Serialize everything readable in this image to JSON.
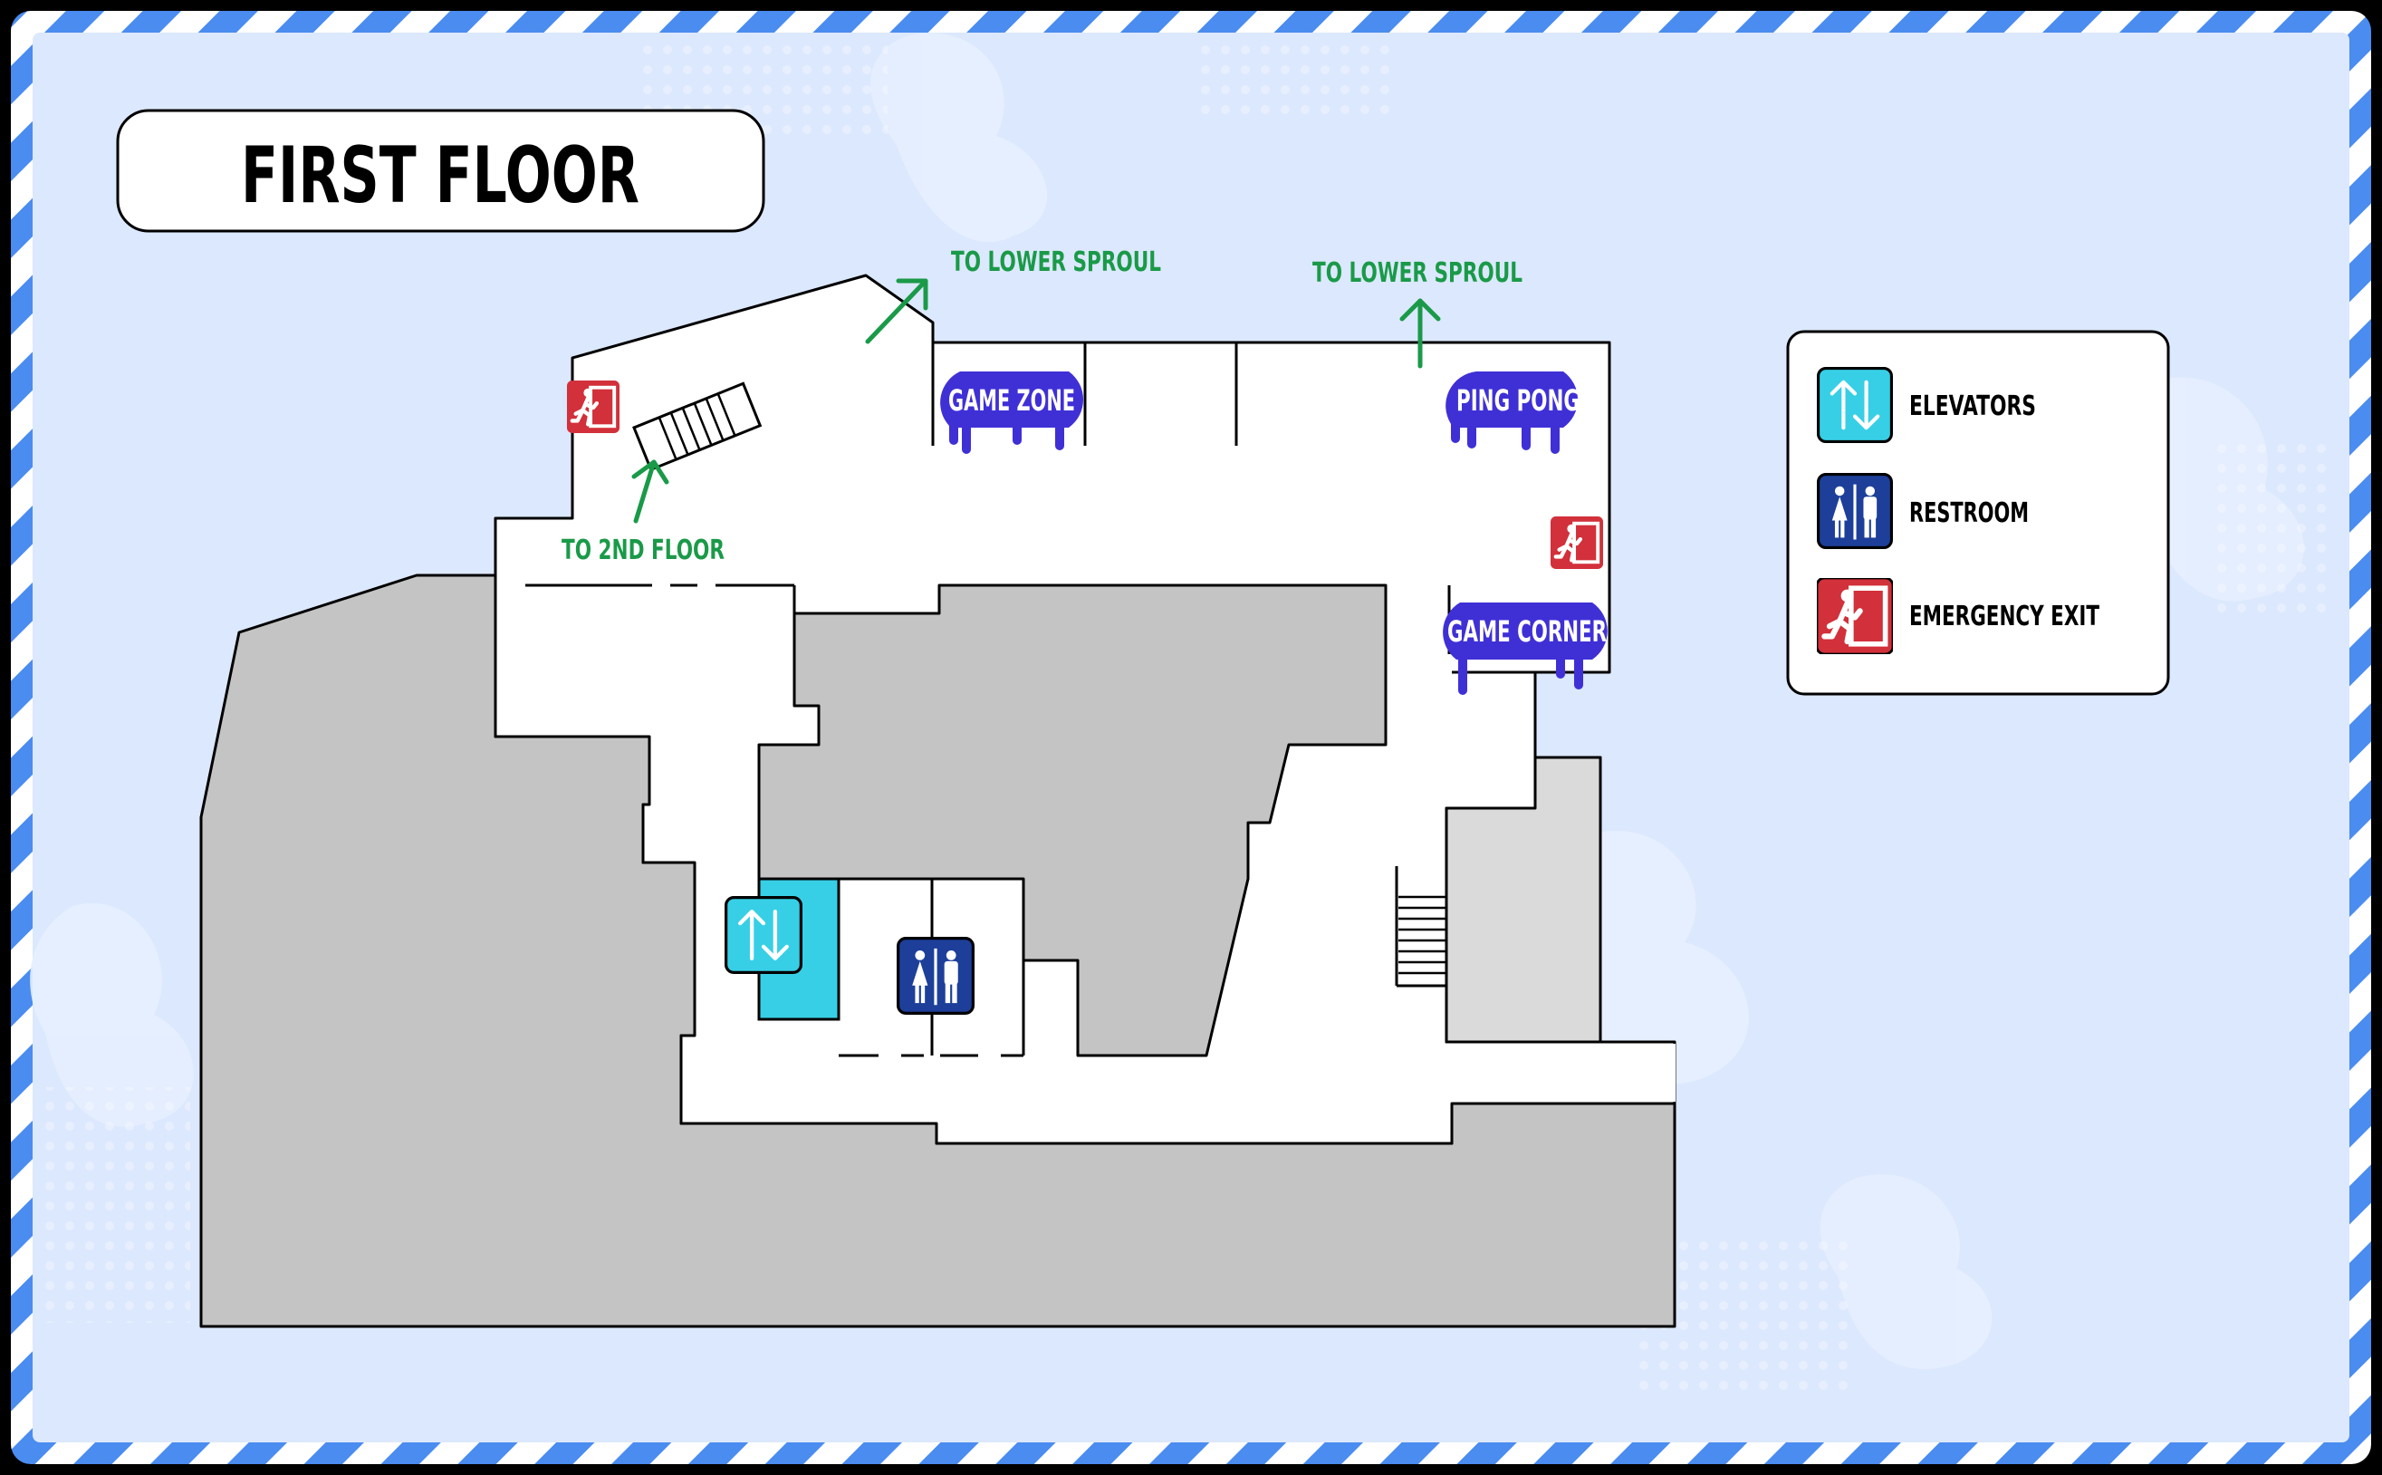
{
  "title": "FIRST FLOOR",
  "directions": {
    "to_lower_sproul_1": "TO LOWER SPROUL",
    "to_lower_sproul_2": "TO LOWER SPROUL",
    "to_2nd_floor": "TO 2ND FLOOR"
  },
  "zones": {
    "game_zone": "GAME ZONE",
    "ping_pong": "PING PONG",
    "game_corner": "GAME CORNER"
  },
  "legend": {
    "elevators": "ELEVATORS",
    "restroom": "RESTROOM",
    "emergency_exit": "EMERGENCY EXIT"
  },
  "colors": {
    "background": "#dce8fd",
    "frame_stripe": "#4a8cf0",
    "wall": "#000000",
    "floor": "#ffffff",
    "unavailable_area": "#c4c4c4",
    "light_area": "#dadada",
    "zone_label": "#3f30d6",
    "direction": "#1a9a48",
    "elevator": "#37cfe6",
    "restroom": "#1d3f9a",
    "emergency_exit": "#d2303a"
  },
  "icons": {
    "elevator": "elevator-arrows-icon",
    "restroom": "restroom-icon",
    "emergency_exit": "running-exit-icon",
    "stairs": "stairs-icon"
  }
}
